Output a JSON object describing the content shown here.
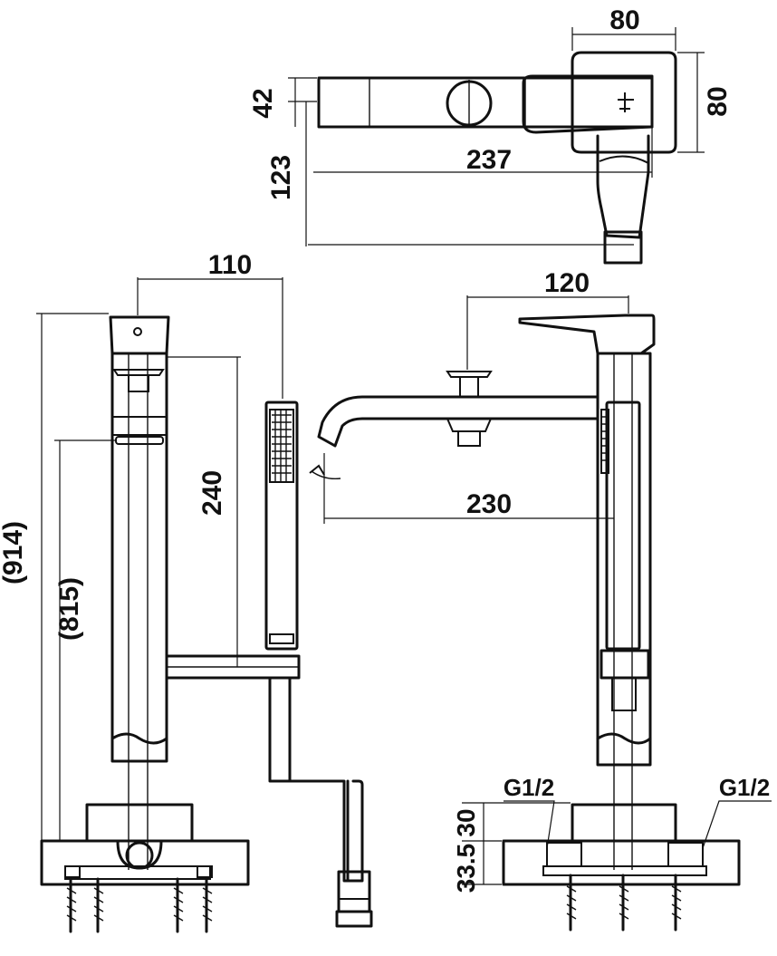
{
  "top_view": {
    "dims": {
      "width_total": "237",
      "height_body": "42",
      "offset": "123",
      "handle_w": "80",
      "handle_h": "80"
    }
  },
  "front_view": {
    "dims": {
      "overall_height": "(914)",
      "hose_outlet_height": "(815)",
      "handshower_length": "240",
      "handshower_offset": "110"
    }
  },
  "side_view": {
    "dims": {
      "reach": "120",
      "spout_projection": "230",
      "base_height": "30",
      "flange_height": "33.5"
    },
    "inlet_left": "G1/2",
    "inlet_right": "G1/2"
  }
}
